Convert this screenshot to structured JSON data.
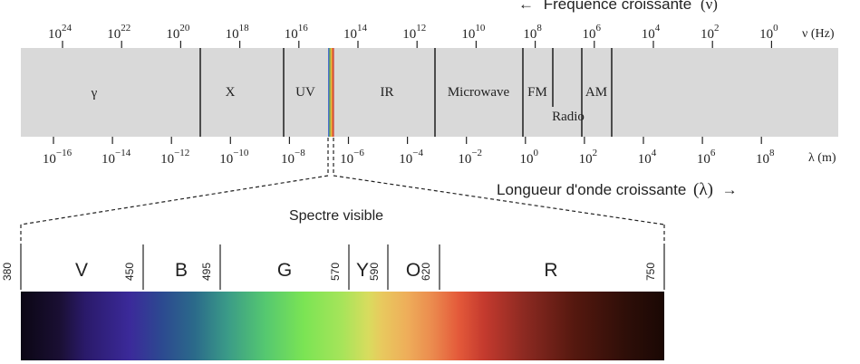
{
  "header": {
    "frequency_arrow": "←",
    "frequency_label": "Fréquence croissante",
    "frequency_symbol": "(ν)",
    "wavelength_label": "Longueur d'onde croissante",
    "wavelength_symbol": "(λ)",
    "wavelength_arrow": "→"
  },
  "frequency_axis": {
    "unit_label": "ν (Hz)",
    "ticks": [
      {
        "base": "10",
        "exp": "24"
      },
      {
        "base": "10",
        "exp": "22"
      },
      {
        "base": "10",
        "exp": "20"
      },
      {
        "base": "10",
        "exp": "18"
      },
      {
        "base": "10",
        "exp": "16"
      },
      {
        "base": "10",
        "exp": "14"
      },
      {
        "base": "10",
        "exp": "12"
      },
      {
        "base": "10",
        "exp": "10"
      },
      {
        "base": "10",
        "exp": "8"
      },
      {
        "base": "10",
        "exp": "6"
      },
      {
        "base": "10",
        "exp": "4"
      },
      {
        "base": "10",
        "exp": "2"
      },
      {
        "base": "10",
        "exp": "0"
      }
    ]
  },
  "wavelength_axis": {
    "unit_label": "λ (m)",
    "ticks": [
      {
        "base": "10",
        "exp": "−16"
      },
      {
        "base": "10",
        "exp": "−14"
      },
      {
        "base": "10",
        "exp": "−12"
      },
      {
        "base": "10",
        "exp": "−10"
      },
      {
        "base": "10",
        "exp": "−8"
      },
      {
        "base": "10",
        "exp": "−6"
      },
      {
        "base": "10",
        "exp": "−4"
      },
      {
        "base": "10",
        "exp": "−2"
      },
      {
        "base": "10",
        "exp": "0"
      },
      {
        "base": "10",
        "exp": "2"
      },
      {
        "base": "10",
        "exp": "4"
      },
      {
        "base": "10",
        "exp": "6"
      },
      {
        "base": "10",
        "exp": "8"
      }
    ]
  },
  "bands": [
    {
      "label": "γ"
    },
    {
      "label": "X"
    },
    {
      "label": "UV"
    },
    {
      "label": "IR"
    },
    {
      "label": "Microwave"
    },
    {
      "label": "FM"
    },
    {
      "label": "Radio"
    },
    {
      "label": "AM"
    }
  ],
  "visible": {
    "title": "Spectre visible",
    "colors": [
      {
        "letter": "V"
      },
      {
        "letter": "B"
      },
      {
        "letter": "G"
      },
      {
        "letter": "Y"
      },
      {
        "letter": "O"
      },
      {
        "letter": "R"
      }
    ],
    "boundaries_nm": [
      "380",
      "450",
      "495",
      "570",
      "590",
      "620",
      "750"
    ]
  }
}
